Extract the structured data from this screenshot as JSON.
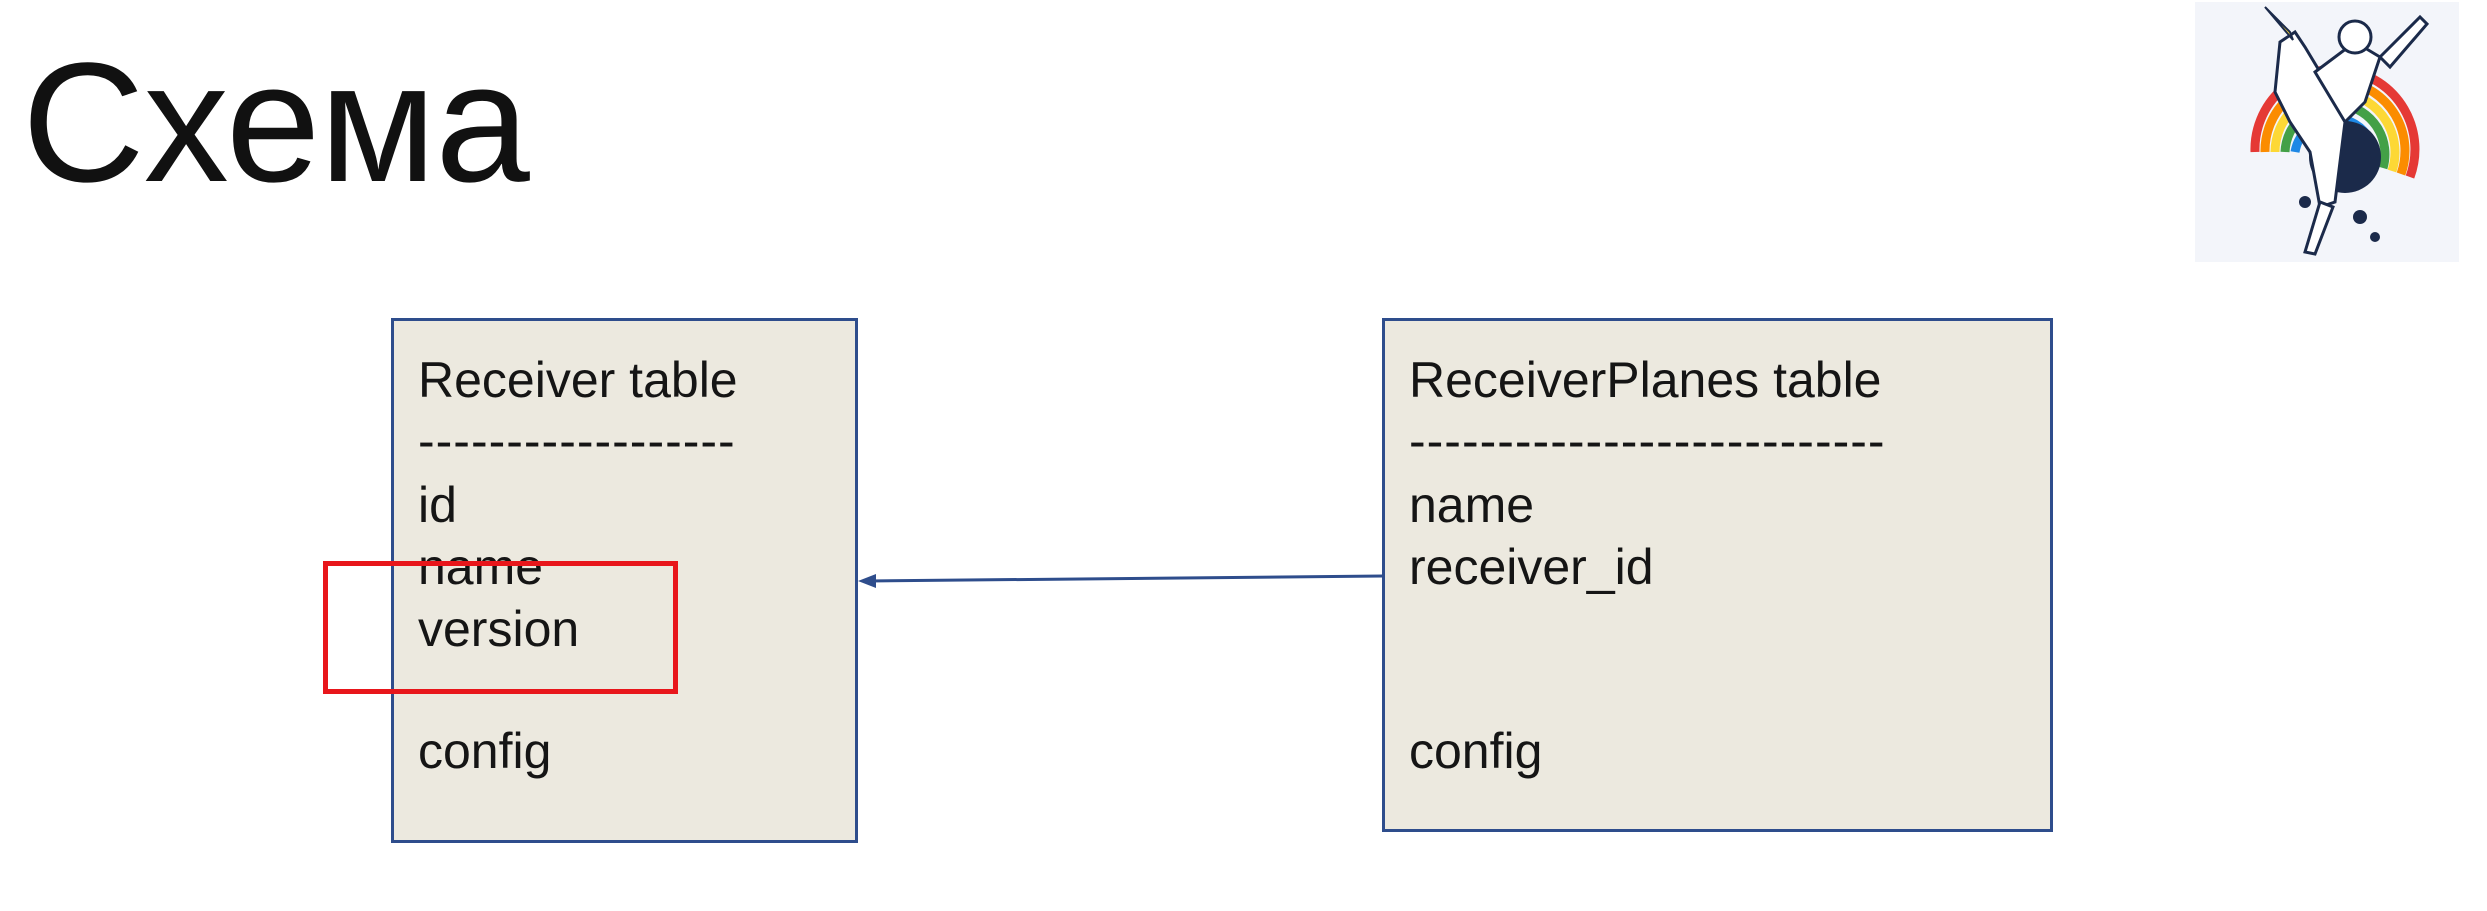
{
  "title": "Схема",
  "logo": {
    "icon": "astronaut-riding-unicorn-rainbow-logo",
    "colors": [
      "#e53935",
      "#fb8c00",
      "#fdd835",
      "#43a047",
      "#1e88e5",
      "#1b2a4a"
    ]
  },
  "tables": {
    "receiver": {
      "heading": "Receiver table",
      "separator": "------------------",
      "fields": [
        "id",
        "name",
        "version",
        "config"
      ]
    },
    "receiver_planes": {
      "heading": "ReceiverPlanes table",
      "separator": "---------------------------",
      "fields": [
        "name",
        "receiver_id",
        "config"
      ]
    }
  },
  "relation": {
    "from": "ReceiverPlanes table",
    "to": "Receiver table",
    "color": "#2e4d8c"
  },
  "highlight": {
    "color": "#e8161b"
  }
}
